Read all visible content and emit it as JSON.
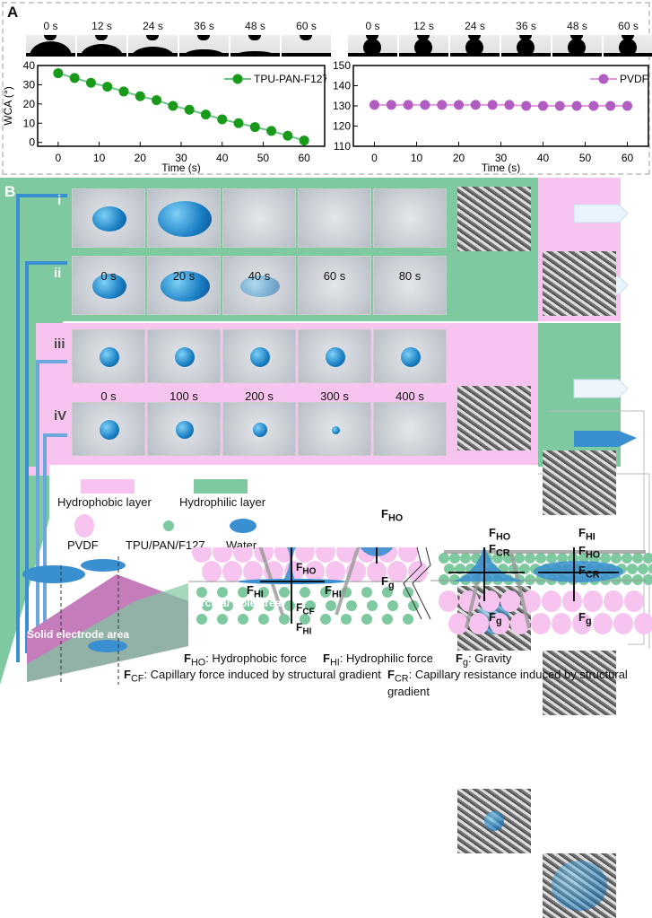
{
  "panel_a": {
    "label": "A",
    "left_times": [
      "0 s",
      "12 s",
      "24 s",
      "36 s",
      "48 s",
      "60 s"
    ],
    "right_times": [
      "0 s",
      "12 s",
      "24 s",
      "36 s",
      "48 s",
      "60 s"
    ]
  },
  "chart_data": [
    {
      "type": "line",
      "title": "",
      "xlabel": "Time (s)",
      "ylabel": "WCA (°)",
      "xlim": [
        -5,
        65
      ],
      "ylim": [
        -2,
        40
      ],
      "xticks": [
        0,
        10,
        20,
        30,
        40,
        50,
        60
      ],
      "yticks": [
        0,
        10,
        20,
        30,
        40
      ],
      "legend": "top-right",
      "series": [
        {
          "name": "TPU-PAN-F127",
          "color": "#1a9a1a",
          "x": [
            0,
            4,
            8,
            12,
            16,
            20,
            24,
            28,
            32,
            36,
            40,
            44,
            48,
            52,
            56,
            60
          ],
          "values": [
            36,
            33.5,
            31,
            29,
            26.5,
            24,
            22,
            19,
            17,
            14.5,
            12,
            10,
            8,
            6,
            3.5,
            1
          ]
        }
      ]
    },
    {
      "type": "line",
      "title": "",
      "xlabel": "Time (s)",
      "ylabel": "",
      "xlim": [
        -5,
        65
      ],
      "ylim": [
        110,
        150
      ],
      "xticks": [
        0,
        10,
        20,
        30,
        40,
        50,
        60
      ],
      "yticks": [
        110,
        120,
        130,
        140,
        150
      ],
      "legend": "top-right",
      "series": [
        {
          "name": "PVDF",
          "color": "#b05cc0",
          "x": [
            0,
            4,
            8,
            12,
            16,
            20,
            24,
            28,
            32,
            36,
            40,
            44,
            48,
            52,
            56,
            60
          ],
          "values": [
            130.5,
            130.5,
            130.5,
            130.5,
            130.5,
            130.5,
            130.5,
            130.5,
            130.5,
            130,
            130,
            130,
            130,
            130,
            130,
            130
          ]
        }
      ]
    }
  ],
  "panel_b": {
    "label": "B",
    "rows": [
      "i",
      "ii",
      "iii",
      "iV"
    ],
    "times_top": [
      "0 s",
      "20 s",
      "40 s",
      "60 s",
      "80 s"
    ],
    "times_bottom": [
      "0 s",
      "100 s",
      "200 s",
      "300 s",
      "400 s"
    ],
    "legend": {
      "hydrophobic": "Hydrophobic layer",
      "hydrophilic": "Hydrophilic layer",
      "pvdf": "PVDF",
      "tpu": "TPU/PAN/F127",
      "water": "Water"
    },
    "areas": {
      "hole": "Circular hole area",
      "solid": "Solid electrode area"
    },
    "forces": {
      "fho": "F",
      "fho_sub": "HO",
      "fhi_sub": "HI",
      "fcf_sub": "CF",
      "fcr_sub": "CR",
      "fg_sub": "g"
    },
    "definitions": [
      {
        "sym": "F",
        "sub": "HO",
        "text": ": Hydrophobic force"
      },
      {
        "sym": "F",
        "sub": "HI",
        "text": ": Hydrophilic force"
      },
      {
        "sym": "F",
        "sub": "g",
        "text": ": Gravity"
      },
      {
        "sym": "F",
        "sub": "CF",
        "text": ": Capillary force induced by structural gradient"
      },
      {
        "sym": "F",
        "sub": "CR",
        "text": ": Capillary resistance induced by structural gradient"
      }
    ]
  },
  "colors": {
    "pink": "#f6c4ee",
    "green": "#7ec9a0",
    "blue": "#3a8fd0"
  }
}
